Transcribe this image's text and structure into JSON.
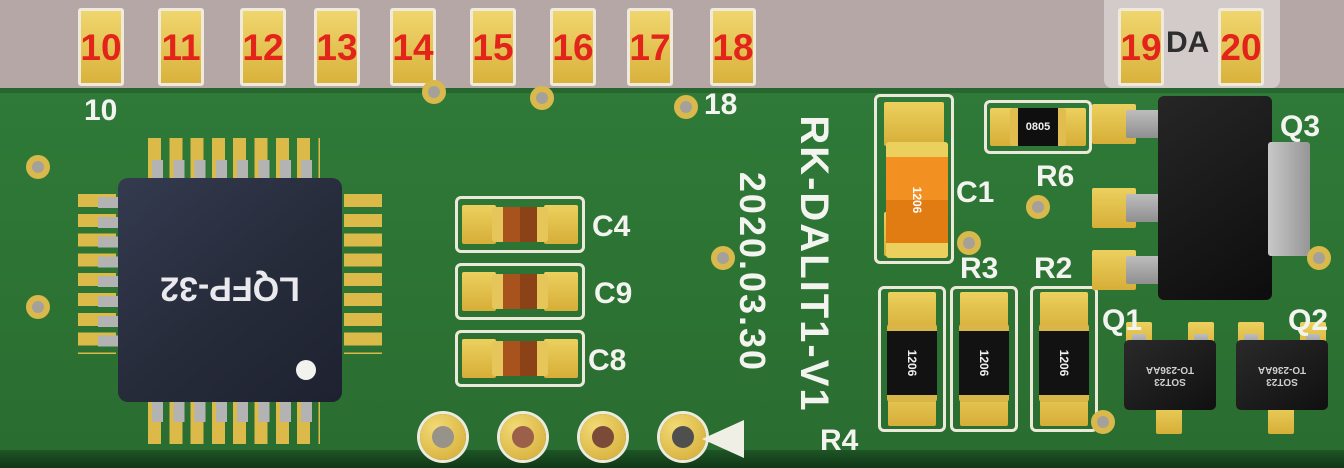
{
  "connector": {
    "top_pins": [
      "10",
      "11",
      "12",
      "13",
      "14",
      "15",
      "16",
      "17",
      "18"
    ],
    "right_pins": [
      "19",
      "20"
    ],
    "da_label": "DA"
  },
  "silkscreen": {
    "pin10_label": "10",
    "pin18_label": "18",
    "date": "2020.03.30",
    "board_name": "RK-DALIT1-V1",
    "c4": "C4",
    "c9": "C9",
    "c8": "C8",
    "c1": "C1",
    "r6": "R6",
    "r3": "R3",
    "r2": "R2",
    "r4": "R4",
    "q1": "Q1",
    "q2": "Q2",
    "q3": "Q3"
  },
  "markings": {
    "ic": "LQFP-32",
    "capacitor_1206": "1206",
    "resistor_1206": "1206",
    "resistor_0805": "0805",
    "sot23_line1": "SOT23",
    "sot23_line2": "TO-236AA"
  },
  "colors": {
    "background": "#b6a7a7",
    "board_green": "#2c7233",
    "pad_gold": "#dcba4a",
    "label_red": "#e2241a",
    "silkscreen_white": "#f3f3ef"
  }
}
